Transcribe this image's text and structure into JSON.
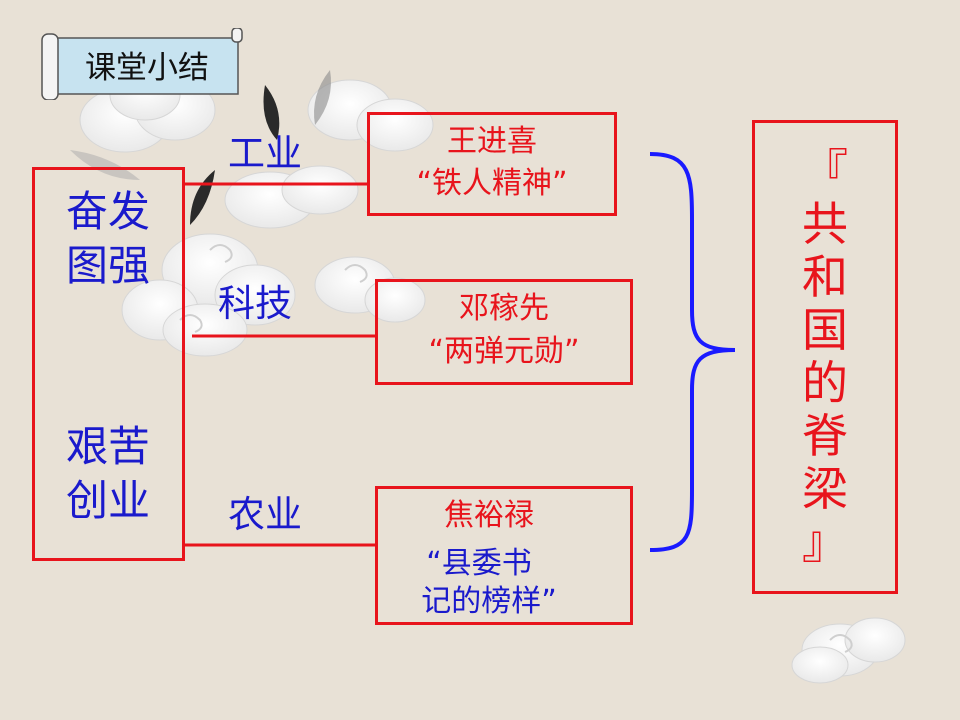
{
  "banner": {
    "title": "课堂小结"
  },
  "left_box": {
    "line1": "奋发",
    "line2": "图强",
    "line3": "艰苦",
    "line4": "创业"
  },
  "fields": [
    {
      "label": "工业",
      "person": "王进喜",
      "title_lines": [
        "“铁人精神”"
      ]
    },
    {
      "label": "科技",
      "person": "邓稼先",
      "title_lines": [
        "“两弹元勋”"
      ]
    },
    {
      "label": "农业",
      "person": "焦裕禄",
      "title_lines": [
        "“县委书",
        "记的榜样”"
      ]
    }
  ],
  "summary": {
    "chars": [
      "『",
      "共",
      "和",
      "国",
      "的",
      "脊",
      "梁",
      "』"
    ]
  },
  "colors": {
    "box_border": "#e8141c",
    "blue_text": "#1a1acc",
    "red_text": "#e8141c",
    "brace": "#1a1aff"
  }
}
